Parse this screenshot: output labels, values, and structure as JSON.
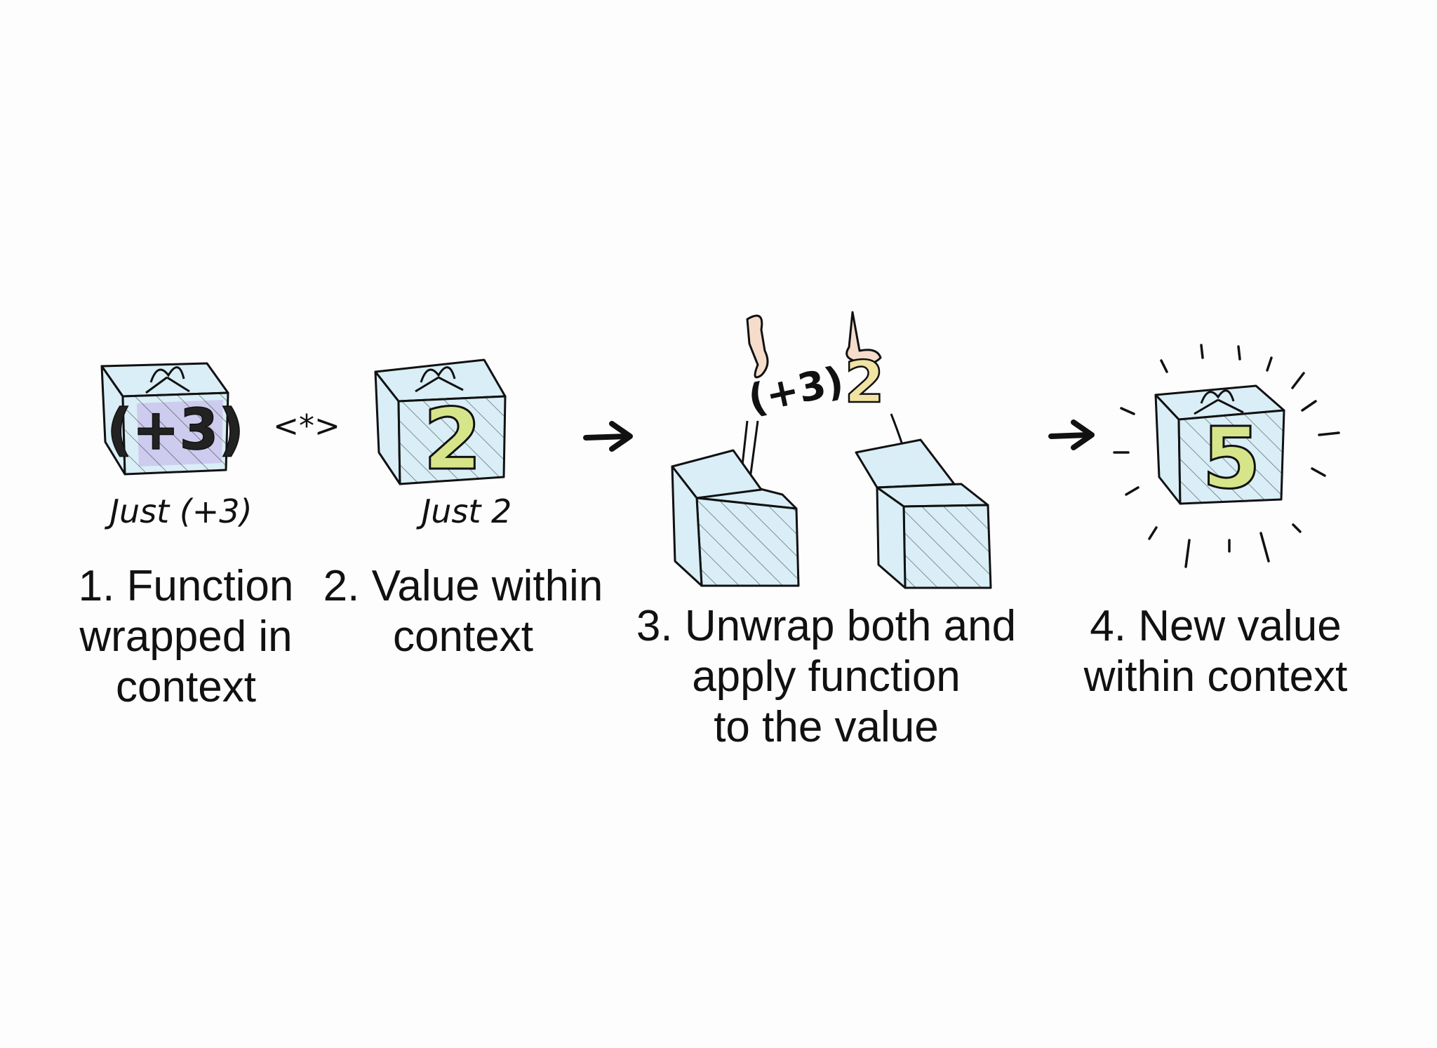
{
  "colors": {
    "ink": "#111111",
    "box_blue": "#d9eef6",
    "box_purple": "#c9c3ee",
    "number_yellow": "#d7e58a",
    "number_yellow_light": "#f0e3a3",
    "hand_skin": "#f6dccb"
  },
  "labels": {
    "just_func": "Just (+3)",
    "just_value": "Just 2",
    "operator": "<*>",
    "func_text": "(+3)",
    "value_text": "2",
    "result_text": "5"
  },
  "steps": [
    {
      "lines": [
        "1. Function",
        "wrapped in",
        "context"
      ]
    },
    {
      "lines": [
        "2. Value within",
        "context"
      ]
    },
    {
      "lines": [
        "3. Unwrap both and",
        "apply function",
        "to the value"
      ]
    },
    {
      "lines": [
        "4. New value",
        "within context"
      ]
    }
  ],
  "icons": [
    "gift-box-icon",
    "open-box-icon",
    "hand-icon",
    "arrow-right-icon",
    "sparkle-icon"
  ]
}
